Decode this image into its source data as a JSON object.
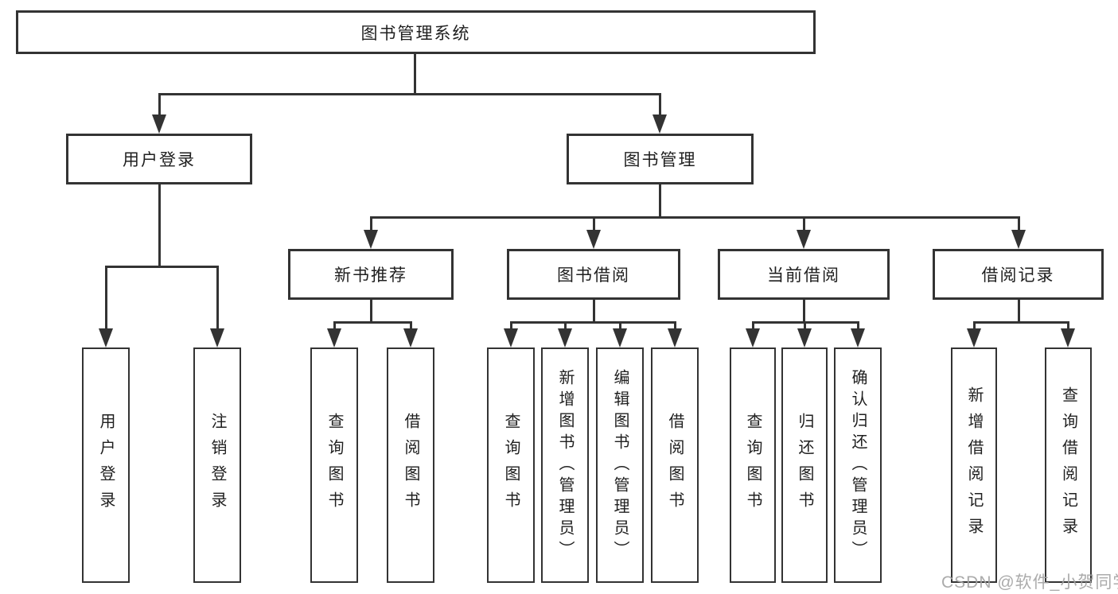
{
  "diagram": {
    "title": "图书管理系统",
    "watermark": "CSDN @软件_小贺同学",
    "colors": {
      "line": "#333333",
      "box_border": "#333333",
      "text": "#1f1f1f",
      "background": "#ffffff",
      "watermark": "#a4a4a4"
    },
    "nodes": [
      {
        "id": "library-system",
        "label": "图书管理系统",
        "level": 1,
        "parent": null
      },
      {
        "id": "user-login",
        "label": "用户登录",
        "level": 2,
        "parent": "library-system"
      },
      {
        "id": "book-management",
        "label": "图书管理",
        "level": 2,
        "parent": "library-system"
      },
      {
        "id": "new-book-recommend",
        "label": "新书推荐",
        "level": 3,
        "parent": "book-management"
      },
      {
        "id": "book-borrowing",
        "label": "图书借阅",
        "level": 3,
        "parent": "book-management"
      },
      {
        "id": "current-borrowing",
        "label": "当前借阅",
        "level": 3,
        "parent": "book-management"
      },
      {
        "id": "borrowing-records",
        "label": "借阅记录",
        "level": 3,
        "parent": "book-management"
      },
      {
        "id": "user-login-op",
        "label": "用户登录",
        "level": 4,
        "parent": "user-login"
      },
      {
        "id": "logout-op",
        "label": "注销登录",
        "level": 4,
        "parent": "user-login"
      },
      {
        "id": "search-books-recommend",
        "label": "查询图书",
        "level": 4,
        "parent": "new-book-recommend"
      },
      {
        "id": "borrow-books-recommend",
        "label": "借阅图书",
        "level": 4,
        "parent": "new-book-recommend"
      },
      {
        "id": "search-books-borrowing",
        "label": "查询图书",
        "level": 4,
        "parent": "book-borrowing"
      },
      {
        "id": "add-books-admin",
        "label": "新增图书（管理员）",
        "level": 4,
        "parent": "book-borrowing"
      },
      {
        "id": "edit-books-admin",
        "label": "编辑图书（管理员）",
        "level": 4,
        "parent": "book-borrowing"
      },
      {
        "id": "borrow-books-borrowing",
        "label": "借阅图书",
        "level": 4,
        "parent": "book-borrowing"
      },
      {
        "id": "search-books-current",
        "label": "查询图书",
        "level": 4,
        "parent": "current-borrowing"
      },
      {
        "id": "return-books",
        "label": "归还图书",
        "level": 4,
        "parent": "current-borrowing"
      },
      {
        "id": "confirm-return-admin",
        "label": "确认归还（管理员）",
        "level": 4,
        "parent": "current-borrowing"
      },
      {
        "id": "add-borrow-record",
        "label": "新增借阅记录",
        "level": 4,
        "parent": "borrowing-records"
      },
      {
        "id": "search-borrow-record",
        "label": "查询借阅记录",
        "level": 4,
        "parent": "borrowing-records"
      }
    ]
  }
}
